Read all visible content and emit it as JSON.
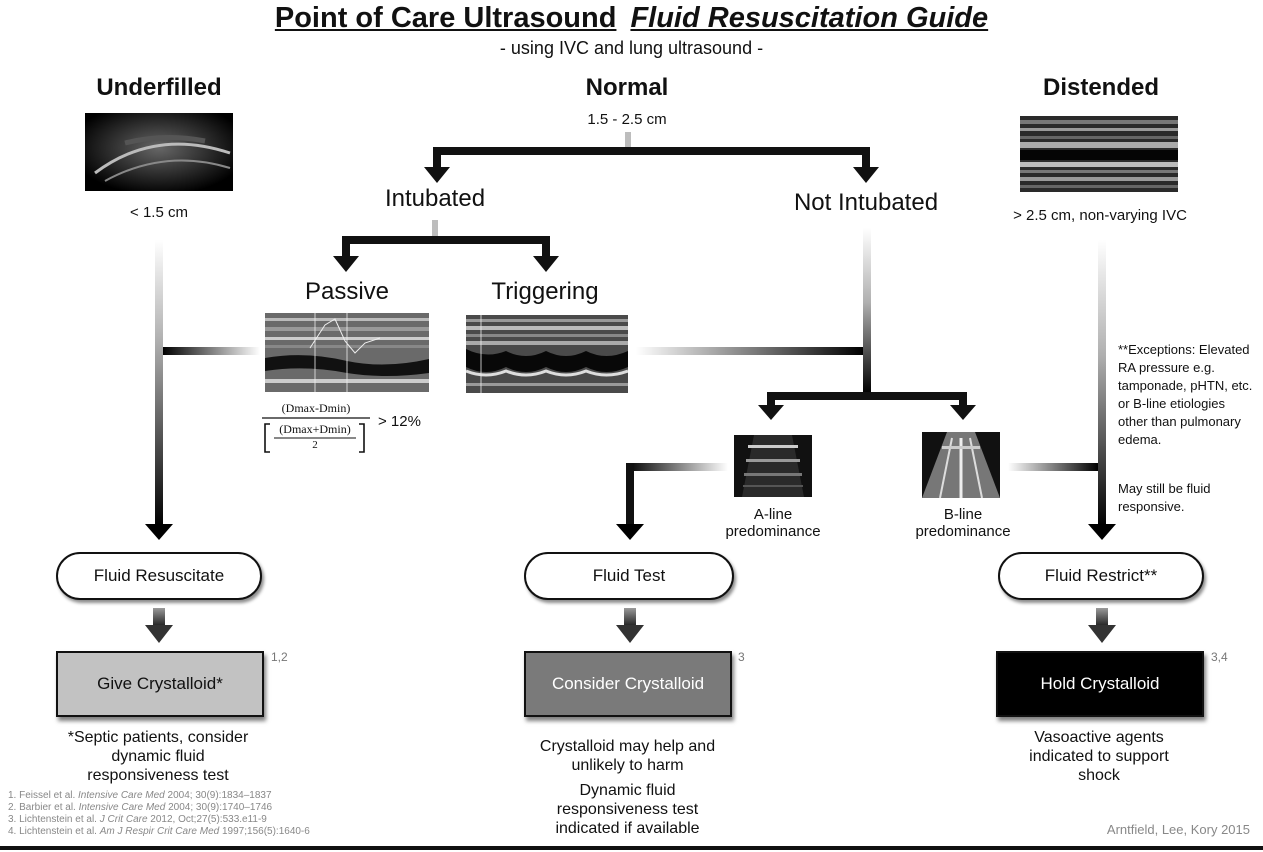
{
  "header": {
    "title_part1": "Point of Care Ultrasound",
    "title_part2": "Fluid Resuscitation Guide",
    "subtitle": "- using IVC and lung ultrasound -"
  },
  "columns": {
    "underfilled": {
      "label": "Underfilled",
      "measure": "< 1.5 cm"
    },
    "normal": {
      "label": "Normal",
      "measure": "1.5 - 2.5 cm"
    },
    "distended": {
      "label": "Distended",
      "measure": "> 2.5 cm, non-varying IVC"
    }
  },
  "branches": {
    "intubated": "Intubated",
    "not_intubated": "Not Intubated",
    "passive": "Passive",
    "triggering": "Triggering",
    "a_line": "A-line predominance",
    "b_line": "B-line predominance"
  },
  "formula": {
    "numerator": "(Dmax-Dmin)",
    "denominator_top": "(Dmax+Dmin)",
    "denominator_bottom": "2",
    "threshold": "> 12%"
  },
  "exceptions": {
    "text1": "**Exceptions: Elevated RA pressure e.g. tamponade, pHTN, etc. or B-line etiologies other than pulmonary edema.",
    "text2": "May still be fluid responsive."
  },
  "actions": {
    "resuscitate": "Fluid Resuscitate",
    "test": "Fluid Test",
    "restrict": "Fluid Restrict**"
  },
  "outcomes": {
    "give": {
      "label": "Give Crystalloid*",
      "ref": "1,2",
      "color": "#c2c2c2"
    },
    "consider": {
      "label": "Consider Crystalloid",
      "ref": "3",
      "color": "#7a7a7a"
    },
    "hold": {
      "label": "Hold Crystalloid",
      "ref": "3,4",
      "color": "#000000"
    }
  },
  "notes": {
    "septic": "*Septic patients, consider dynamic fluid responsiveness test",
    "consider_1": "Crystalloid may help and unlikely to harm",
    "consider_2": "Dynamic fluid responsiveness test indicated if available",
    "hold": "Vasoactive agents indicated to support shock"
  },
  "references": [
    {
      "authors": "1. Feissel et al. ",
      "journal": "Intensive Care Med",
      "detail": " 2004; 30(9):1834–1837"
    },
    {
      "authors": "2. Barbier et al. ",
      "journal": "Intensive Care Med",
      "detail": " 2004; 30(9):1740–1746"
    },
    {
      "authors": "3. Lichtenstein et al. ",
      "journal": "J Crit Care",
      "detail": " 2012, Oct;27(5):533.e11-9"
    },
    {
      "authors": "4. Lichtenstein et al. ",
      "journal": "Am J Respir Crit Care Med",
      "detail": " 1997;156(5):1640-6"
    }
  ],
  "credit": "Arntfield, Lee, Kory 2015"
}
